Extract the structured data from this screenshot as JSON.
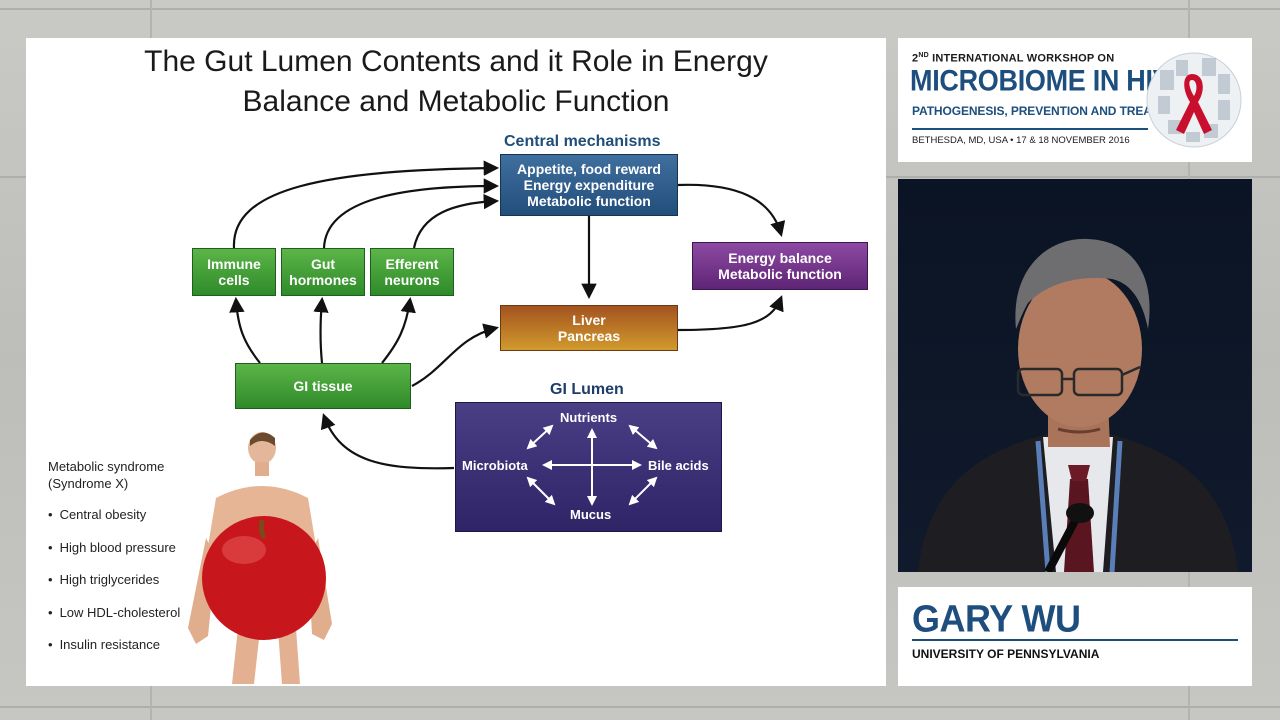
{
  "slide": {
    "title_line1": "The Gut Lumen Contents and it Role in Energy",
    "title_line2": "Balance and Metabolic Function",
    "central_label": "Central mechanisms",
    "central_box": [
      "Appetite, food reward",
      "Energy expenditure",
      "Metabolic function"
    ],
    "immune": [
      "Immune",
      "cells"
    ],
    "gut_hormones": [
      "Gut",
      "hormones"
    ],
    "efferent": [
      "Efferent",
      "neurons"
    ],
    "energy_box": [
      "Energy balance",
      "Metabolic function"
    ],
    "liver_box": [
      "Liver",
      "Pancreas"
    ],
    "gi_tissue": "GI tissue",
    "lumen_title": "GI Lumen",
    "lumen": {
      "nutrients": "Nutrients",
      "microbiota": "Microbiota",
      "bile_acids": "Bile acids",
      "mucus": "Mucus"
    },
    "syndrome": {
      "header_line1": "Metabolic syndrome",
      "header_line2": "(Syndrome X)",
      "items": [
        "Central obesity",
        "High blood pressure",
        "High triglycerides",
        "Low HDL-cholesterol",
        "Insulin resistance"
      ]
    }
  },
  "logo": {
    "line1_sup": "ND",
    "line1_num": "2",
    "line1": "INTERNATIONAL WORKSHOP ON",
    "line2": "MICROBIOME IN HIV",
    "line3": "PATHOGENESIS, PREVENTION AND TREATMENT",
    "line4": "BETHESDA, MD, USA  •  17 & 18 NOVEMBER 2016"
  },
  "speaker": {
    "name": "GARY WU",
    "affiliation": "UNIVERSITY OF PENNSYLVANIA"
  },
  "colors": {
    "brand_blue": "#1d4e7e",
    "green": "#3a9a32",
    "purple": "#6e2e88",
    "lumen": "#3a2f78",
    "ribbon": "#c8102e"
  }
}
